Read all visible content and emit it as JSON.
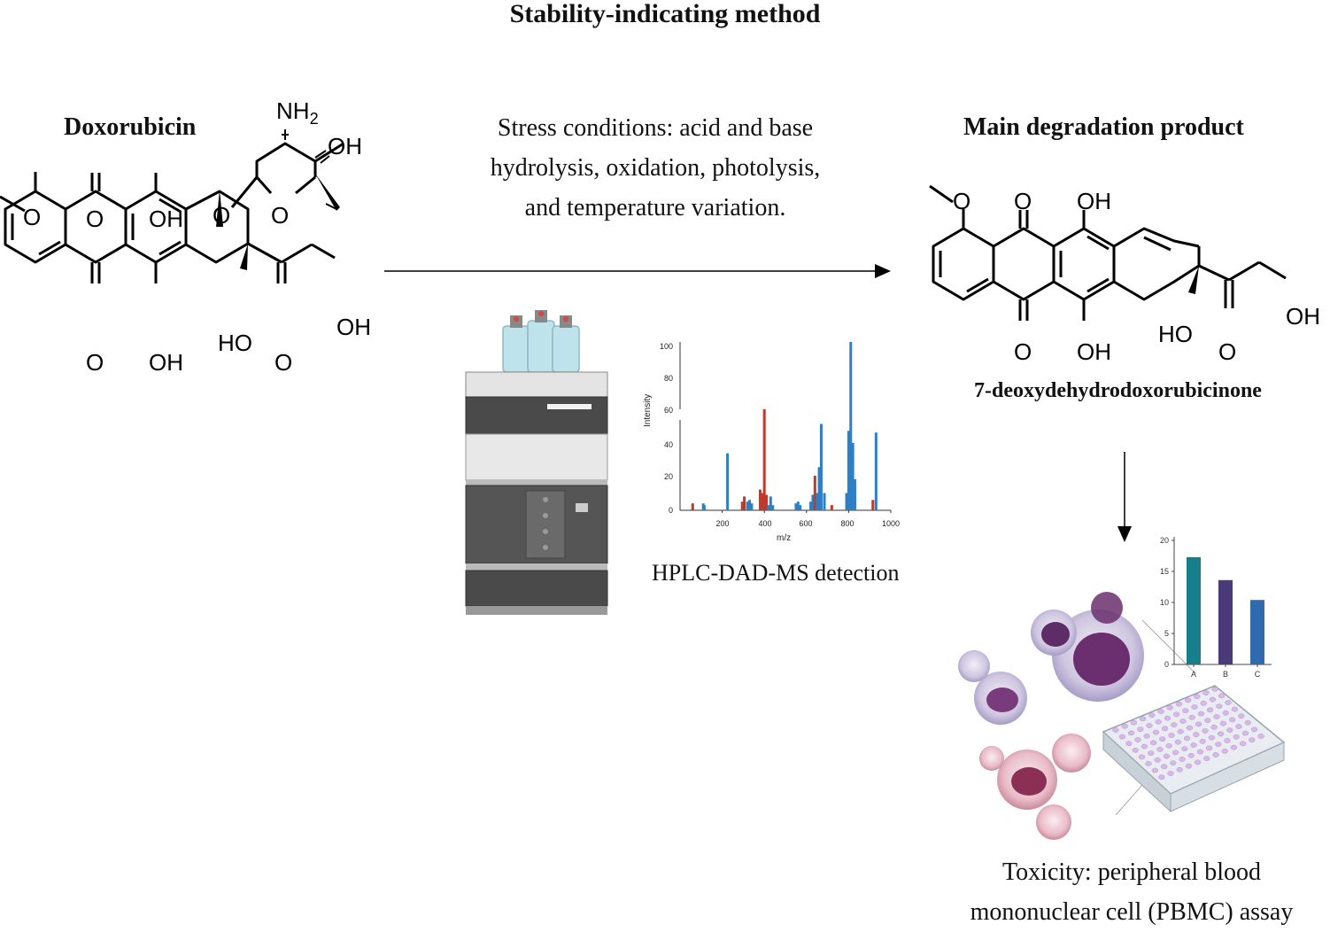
{
  "title": "Stability-indicating method",
  "left": {
    "compound_name": "Doxorubicin",
    "atoms": {
      "nh2": "NH",
      "nh2_sub": "2",
      "oh": "OH",
      "o": "O",
      "ho": "HO"
    }
  },
  "center": {
    "stress_lines": [
      "Stress conditions: acid and base",
      "hydrolysis, oxidation, photolysis,",
      "and temperature variation."
    ],
    "detection_label": "HPLC-DAD-MS detection"
  },
  "ms_spectrum": {
    "ylabel": "Intensity",
    "xlabel": "m/z",
    "yticks_top": [
      "100",
      "80",
      "60"
    ],
    "yticks_bottom": [
      "40",
      "20",
      "0"
    ],
    "xticks": [
      "200",
      "400",
      "600",
      "800",
      "1000"
    ]
  },
  "right": {
    "heading": "Main degradation product",
    "product_name": "7-deoxydehydrodoxorubicinone",
    "toxicity_lines": [
      "Toxicity: peripheral blood",
      "mononuclear cell (PBMC) assay"
    ]
  },
  "chart_data": {
    "type": "bar",
    "categories": [
      "A",
      "B",
      "C"
    ],
    "values": [
      17.3,
      13.6,
      10.4
    ],
    "colors": [
      "#177f8c",
      "#4b3a7a",
      "#2f6ab0"
    ],
    "yticks": [
      0,
      5,
      10,
      15,
      20
    ],
    "ylim": [
      0,
      20
    ],
    "xlabel": "",
    "ylabel": ""
  },
  "colors": {
    "ms_red": "#c0392b",
    "ms_blue": "#2f7fc4",
    "cell_purple": "#6b2f6f",
    "cell_pink": "#b8536f",
    "plate_well": "#d9b6ec"
  }
}
